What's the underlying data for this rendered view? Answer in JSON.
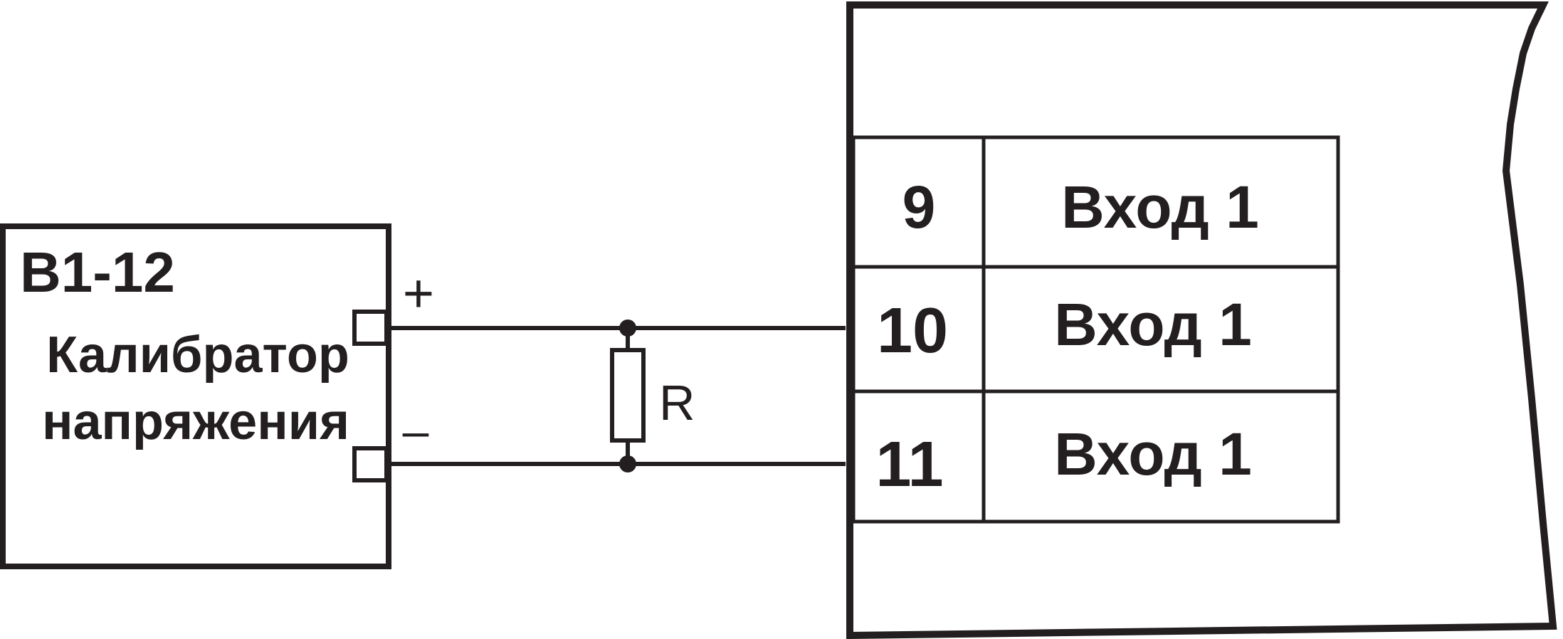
{
  "calibrator": {
    "model": "В1-12",
    "title_line1": "Калибратор",
    "title_line2": "напряжения",
    "plus_label": "+",
    "minus_label": "–"
  },
  "resistor": {
    "label": "R"
  },
  "terminal_block": {
    "rows": [
      {
        "terminal": "9",
        "signal": "Вход 1"
      },
      {
        "terminal": "10",
        "signal": "Вход 1"
      },
      {
        "terminal": "11",
        "signal": "Вход 1"
      }
    ]
  },
  "colors": {
    "line": "#231f20",
    "background": "#ffffff"
  }
}
